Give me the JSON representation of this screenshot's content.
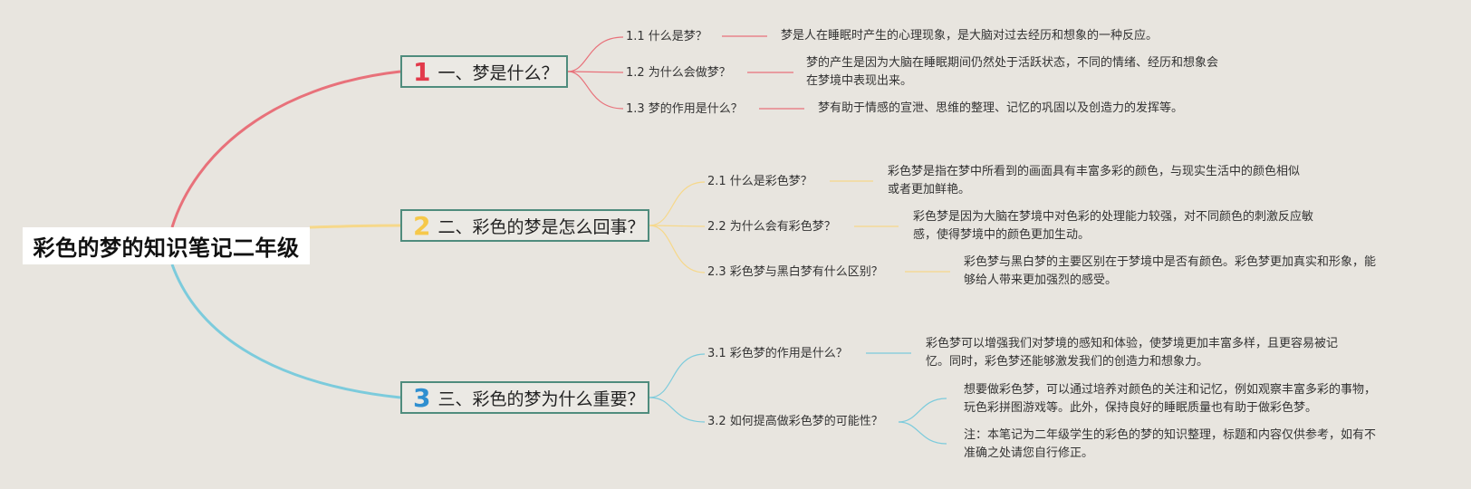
{
  "root": {
    "title": "彩色的梦的知识笔记二年级"
  },
  "topics": [
    {
      "num": "1",
      "title": "一、梦是什么？",
      "color": "#e8717a",
      "items": [
        {
          "q": "1.1 什么是梦？",
          "a": [
            "梦是人在睡眠时产生的心理现象，是大脑对过去经历和想象的一种反应。"
          ]
        },
        {
          "q": "1.2 为什么会做梦？",
          "a": [
            "梦的产生是因为大脑在睡眠期间仍然处于活跃状态，不同的情绪、经历和想象会",
            "在梦境中表现出来。"
          ]
        },
        {
          "q": "1.3 梦的作用是什么？",
          "a": [
            "梦有助于情感的宣泄、思维的整理、记忆的巩固以及创造力的发挥等。"
          ]
        }
      ]
    },
    {
      "num": "2",
      "title": "二、彩色的梦是怎么回事？",
      "color": "#f6d88a",
      "items": [
        {
          "q": "2.1 什么是彩色梦？",
          "a": [
            "彩色梦是指在梦中所看到的画面具有丰富多彩的颜色，与现实生活中的颜色相似",
            "或者更加鲜艳。"
          ]
        },
        {
          "q": "2.2 为什么会有彩色梦？",
          "a": [
            "彩色梦是因为大脑在梦境中对色彩的处理能力较强，对不同颜色的刺激反应敏",
            "感，使得梦境中的颜色更加生动。"
          ]
        },
        {
          "q": "2.3 彩色梦与黑白梦有什么区别？",
          "a": [
            "彩色梦与黑白梦的主要区别在于梦境中是否有颜色。彩色梦更加真实和形象，能",
            "够给人带来更加强烈的感受。"
          ]
        }
      ]
    },
    {
      "num": "3",
      "title": "三、彩色的梦为什么重要？",
      "color": "#7ccbdc",
      "items": [
        {
          "q": "3.1 彩色梦的作用是什么？",
          "a": [
            "彩色梦可以增强我们对梦境的感知和体验，使梦境更加丰富多样，且更容易被记",
            "忆。同时，彩色梦还能够激发我们的创造力和想象力。"
          ]
        },
        {
          "q": "3.2 如何提高做彩色梦的可能性？",
          "a": [
            "想要做彩色梦，可以通过培养对颜色的关注和记忆，例如观察丰富多彩的事物，",
            "玩色彩拼图游戏等。此外，保持良好的睡眠质量也有助于做彩色梦。"
          ],
          "note": [
            "注：本笔记为二年级学生的彩色的梦的知识整理，标题和内容仅供参考，如有不",
            "准确之处请您自行修正。"
          ]
        }
      ]
    }
  ]
}
